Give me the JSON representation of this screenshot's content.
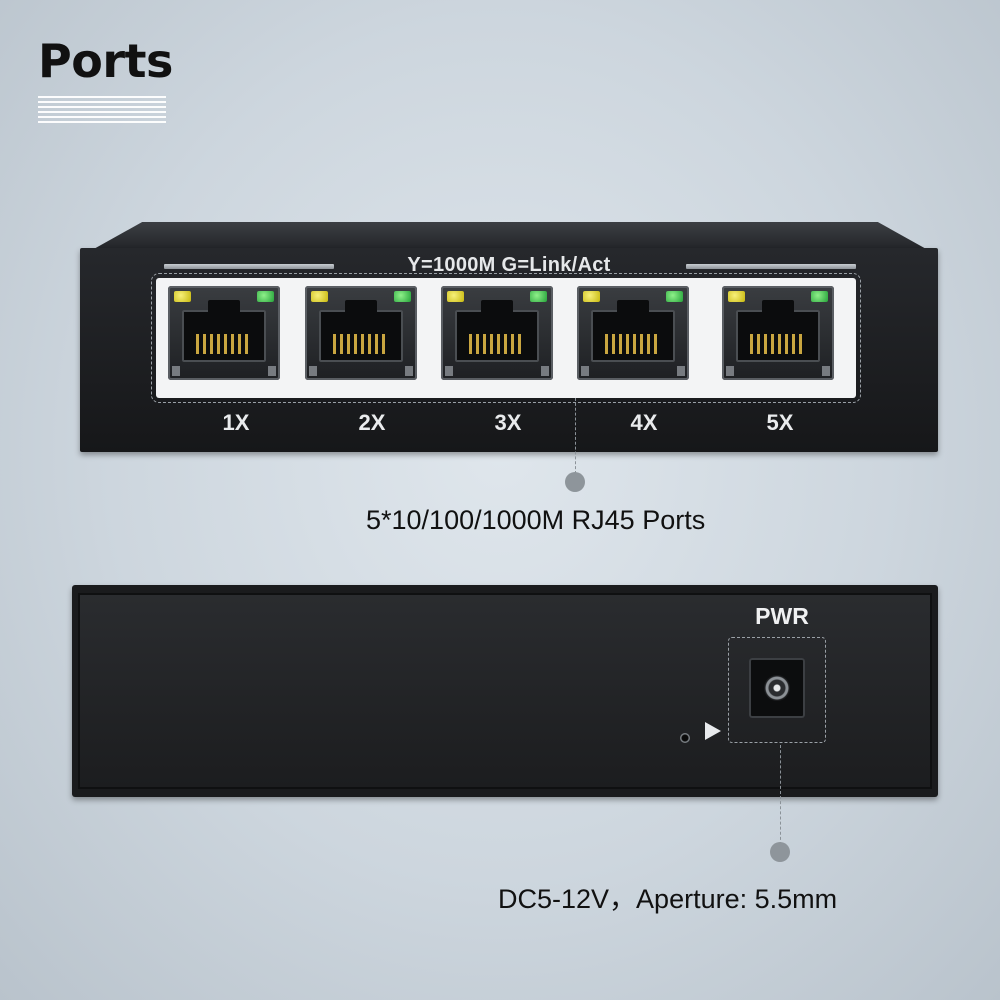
{
  "heading": "Ports",
  "front_panel": {
    "led_legend": "Y=1000M  G=Link/Act",
    "ports": [
      {
        "label": "1X"
      },
      {
        "label": "2X"
      },
      {
        "label": "3X"
      },
      {
        "label": "4X"
      },
      {
        "label": "5X"
      }
    ],
    "callout": "5*10/100/1000M  RJ45 Ports"
  },
  "back_panel": {
    "power_label": "PWR",
    "callout": "DC5-12V，Aperture: 5.5mm"
  },
  "colors": {
    "led_yellow": "#e6d82a",
    "led_green": "#4cc34f",
    "chassis": "#1c1d1f",
    "callout_dot": "#8e959b"
  },
  "icons": {
    "reset": "reset-pinhole-icon",
    "indicator": "arrow-right-icon"
  }
}
